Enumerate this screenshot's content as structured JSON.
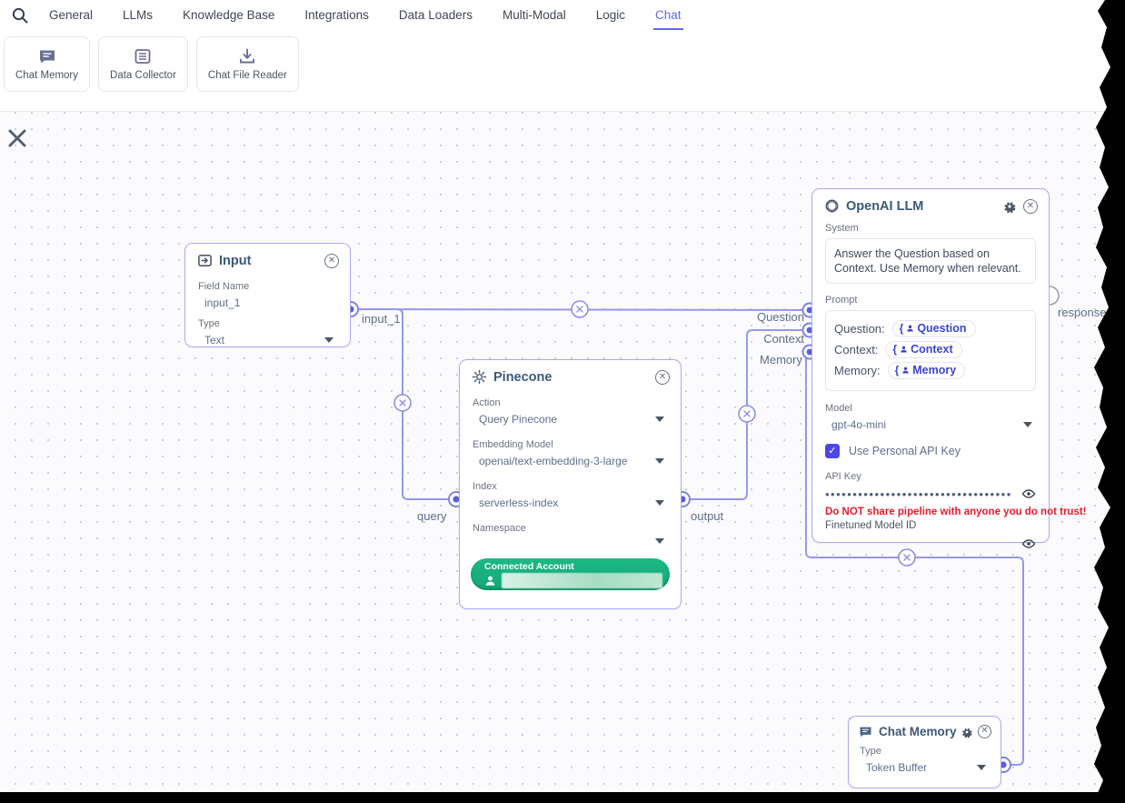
{
  "navbar": {
    "tabs": [
      {
        "label": "General"
      },
      {
        "label": "LLMs"
      },
      {
        "label": "Knowledge Base"
      },
      {
        "label": "Integrations"
      },
      {
        "label": "Data Loaders"
      },
      {
        "label": "Multi-Modal"
      },
      {
        "label": "Logic"
      },
      {
        "label": "Chat"
      }
    ],
    "active_tab": "Chat"
  },
  "toolbar": {
    "items": [
      {
        "label": "Chat Memory",
        "icon": "chat-bubble-icon"
      },
      {
        "label": "Data Collector",
        "icon": "list-card-icon"
      },
      {
        "label": "Chat File Reader",
        "icon": "download-icon"
      }
    ]
  },
  "nodes": {
    "input": {
      "title": "Input",
      "icon": "input-icon",
      "field_name_label": "Field Name",
      "field_name_value": "input_1",
      "type_label": "Type",
      "type_value": "Text"
    },
    "pinecone": {
      "title": "Pinecone",
      "icon": "pinecone-icon",
      "action_label": "Action",
      "action_value": "Query Pinecone",
      "embedding_label": "Embedding Model",
      "embedding_value": "openai/text-embedding-3-large",
      "index_label": "Index",
      "index_value": "serverless-index",
      "namespace_label": "Namespace",
      "namespace_value": "",
      "connected_account_label": "Connected Account"
    },
    "openai": {
      "title": "OpenAI LLM",
      "icon": "openai-icon",
      "system_label": "System",
      "system_value": "Answer the Question based on Context. Use Memory when relevant.",
      "prompt_label": "Prompt",
      "prompt_rows": [
        {
          "key": "Question:",
          "chip": "Question"
        },
        {
          "key": "Context:",
          "chip": "Context"
        },
        {
          "key": "Memory:",
          "chip": "Memory"
        }
      ],
      "model_label": "Model",
      "model_value": "gpt-4o-mini",
      "personal_key_checkbox": "Use Personal API Key",
      "personal_key_checked": true,
      "api_key_label": "API Key",
      "api_key_masked": "•••••••••••••••••••••••••••••••••••••",
      "warning": "Do NOT share pipeline with anyone you do not trust!",
      "finetuned_label": "Finetuned Model ID"
    },
    "chat_memory": {
      "title": "Chat Memory",
      "icon": "chat-bubble-icon",
      "type_label": "Type",
      "type_value": "Token Buffer"
    }
  },
  "edges": {
    "labels": {
      "input_1": "input_1",
      "query": "query",
      "output": "output",
      "question": "Question",
      "context": "Context",
      "memory": "Memory",
      "response": "response"
    }
  },
  "colors": {
    "accent": "#6366f1",
    "edge": "#9598ea",
    "node_border": "#a7aaf2",
    "success_green": "#17b07e",
    "warning_red": "#e81c2c",
    "chip_text": "#3a45cf"
  },
  "glyphs": {
    "check": "✓",
    "close_x": "✕"
  }
}
